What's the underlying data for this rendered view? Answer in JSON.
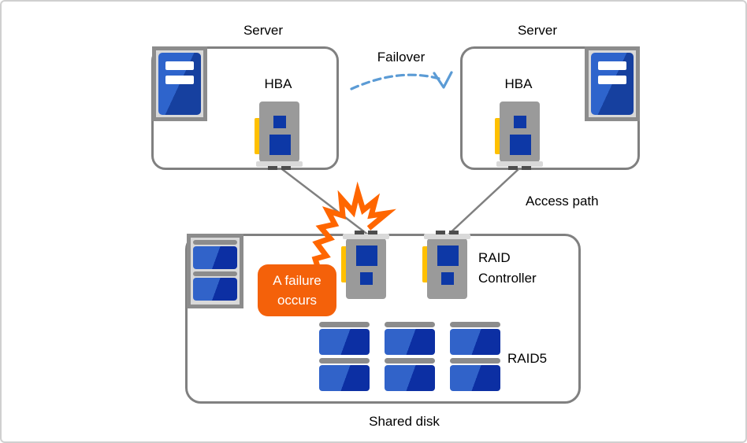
{
  "servers": {
    "left": {
      "title": "Server",
      "hba": "HBA"
    },
    "right": {
      "title": "Server",
      "hba": "HBA"
    }
  },
  "labels": {
    "failover": "Failover",
    "access_path": "Access path",
    "raid_controller_line1": "RAID",
    "raid_controller_line2": "Controller",
    "raid5": "RAID5",
    "shared_disk": "Shared disk"
  },
  "failure_badge": {
    "line1": "A failure",
    "line2": "occurs"
  },
  "colors": {
    "accent_orange": "#f4610a",
    "lightning_orange": "#ff6600",
    "disk_blue_light": "#3163c9",
    "disk_blue_dark": "#0c2fa3",
    "card_yellow": "#ffc000",
    "outline_gray": "#808080",
    "failover_arrow_blue": "#5b9bd5"
  }
}
